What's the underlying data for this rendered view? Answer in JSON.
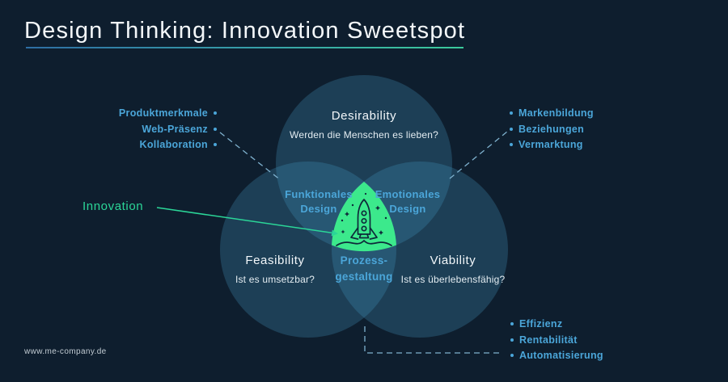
{
  "title": {
    "text": "Design Thinking: Innovation Sweetspot"
  },
  "venn": {
    "desirability": {
      "title": "Desirability",
      "question": "Werden die Menschen es lieben?"
    },
    "feasibility": {
      "title": "Feasibility",
      "question": "Ist es umsetzbar?"
    },
    "viability": {
      "title": "Viability",
      "question": "Ist es überlebensfähig?"
    },
    "overlap_functional": {
      "line1": "Funktionales",
      "line2": "Design"
    },
    "overlap_emotional": {
      "line1": "Emotionales",
      "line2": "Design"
    },
    "overlap_process": {
      "line1": "Prozess-",
      "line2": "gestaltung"
    },
    "sweetspot": {
      "label": "Innovation",
      "icon": "rocket-icon"
    }
  },
  "annotations": {
    "left": {
      "items": [
        "Produktmerkmale",
        "Web-Präsenz",
        "Kollaboration"
      ]
    },
    "right": {
      "items": [
        "Markenbildung",
        "Beziehungen",
        "Vermarktung"
      ]
    },
    "bottom_right": {
      "items": [
        "Effizienz",
        "Rentabilität",
        "Automatisierung"
      ]
    }
  },
  "footer": {
    "url": "www.me-company.de"
  },
  "colors": {
    "background": "#0E1E2E",
    "circle_fill": "rgba(70,150,190,0.28)",
    "accent_blue": "#4BA6D9",
    "sweetspot_green": "#3CE98C",
    "innovation_green": "#2BD698",
    "text_white": "#F2F7FA",
    "underline_gradient_start": "#2E6EA4",
    "underline_gradient_end": "#3BCA9B"
  }
}
